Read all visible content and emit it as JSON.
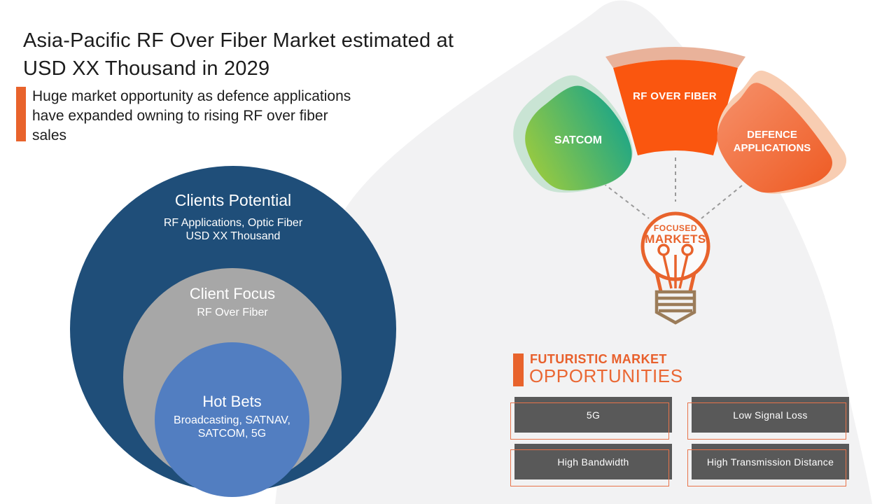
{
  "slide": {
    "title_lines": [
      "Asia-Pacific RF Over Fiber Market estimated at",
      "USD XX Thousand in 2029"
    ],
    "subtitle_lines": [
      "Huge market opportunity as defence applications",
      "have expanded owning to rising RF over fiber",
      "sales"
    ]
  },
  "venn": {
    "outer": {
      "title": "Clients Potential",
      "lines": [
        "RF Applications, Optic Fiber",
        "USD XX Thousand"
      ]
    },
    "middle": {
      "title": "Client Focus",
      "lines": [
        "RF Over Fiber"
      ]
    },
    "inner": {
      "title": "Hot Bets",
      "lines": [
        "Broadcasting, SATNAV,",
        "SATCOM, 5G"
      ]
    }
  },
  "focused_markets": {
    "satcom_label": "SATCOM",
    "rf_label": "RF OVER FIBER",
    "defence_lines": [
      "DEFENCE",
      "APPLICATIONS"
    ],
    "bulb_lines": [
      "FOCUSED",
      "MARKETS"
    ]
  },
  "opportunities": {
    "heading_lines": [
      "FUTURISTIC MARKET",
      "OPPORTUNITIES"
    ],
    "items": [
      "5G",
      "Low Signal Loss",
      "High Bandwidth",
      "High Transmission Distance"
    ]
  },
  "colors": {
    "accent_orange": "#E8632C",
    "wedge_orange": "#FA560F",
    "wedge_band_peach": "#E9B29A",
    "satcom_green_start": "#9CCB3E",
    "satcom_green_end": "#14A38C",
    "satcom_backdrop": "#C9E4D4",
    "defence_orange_start": "#F6916B",
    "defence_orange_end": "#EE5A22",
    "defence_backdrop": "#F8CDB2",
    "bulb_base_brown": "#9B7C59",
    "circle_navy": "#1F4E79",
    "circle_gray": "#A7A7A7",
    "circle_blue": "#527EC1",
    "box_gray": "#595959",
    "background_blob_gray": "#F2F2F3",
    "dashed_line_gray": "#9A9A9A",
    "text_dark": "#1C1C1C"
  }
}
